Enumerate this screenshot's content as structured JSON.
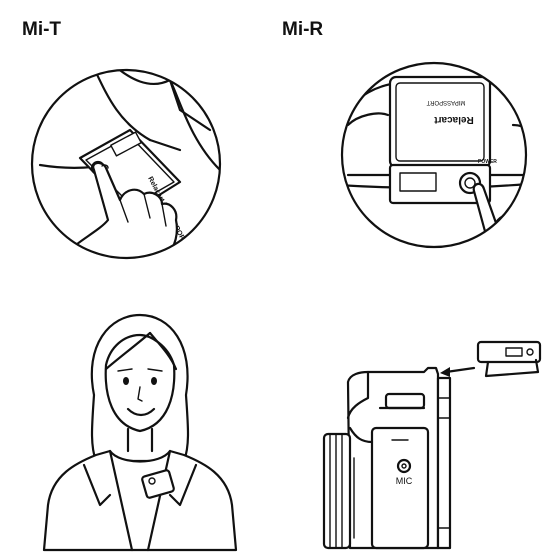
{
  "headings": {
    "transmitter": "Mi-T",
    "receiver": "Mi-R"
  },
  "device_labels": {
    "brand": "Relacart",
    "model": "MIPASSPORT",
    "transmitter_print": "Relacart MIPASSPORT",
    "power_label": "POWER",
    "mic_port": "MIC"
  },
  "icons": [
    "hand-pointing-icon",
    "arrow-left-icon",
    "usb-port-icon",
    "power-button-icon"
  ]
}
